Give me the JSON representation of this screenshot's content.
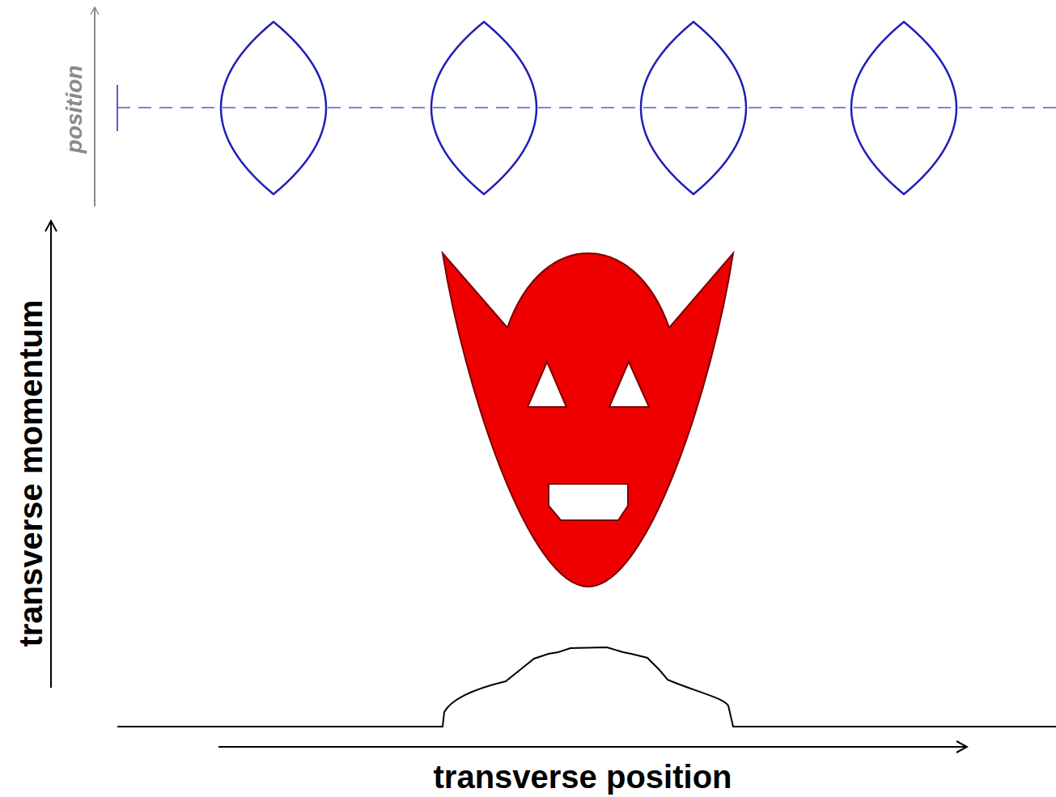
{
  "diagram": {
    "labels": [
      "position",
      "transverse momentum",
      "transverse position"
    ]
  }
}
